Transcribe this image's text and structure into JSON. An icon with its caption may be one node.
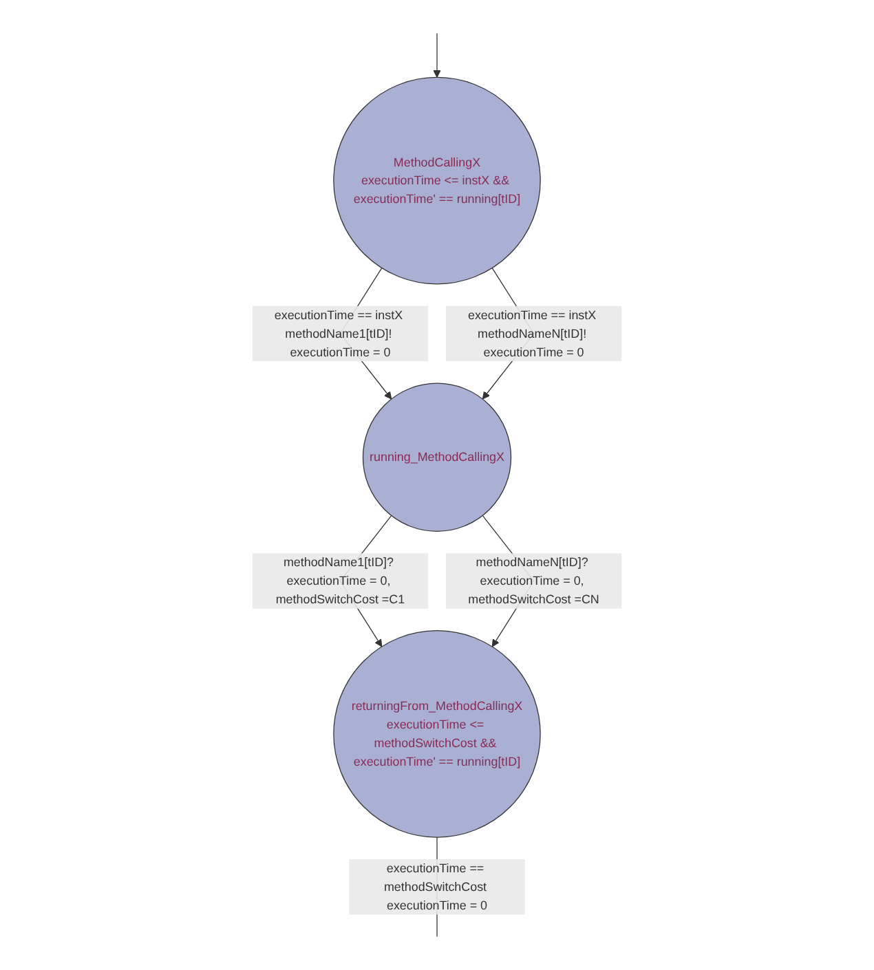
{
  "diagram": {
    "nodes": [
      {
        "text": [
          "MethodCallingX",
          "executionTime <= instX && executionTime' == running[tID]"
        ]
      },
      {
        "text": [
          "running_MethodCallingX"
        ]
      },
      {
        "text": [
          "returningFrom_MethodCallingX",
          "executionTime <= methodSwitchCost && executionTime' == running[tID]"
        ]
      }
    ],
    "edges": [
      {
        "from": null,
        "to": 0,
        "arrow": "to"
      },
      {
        "from": 0,
        "to": 1,
        "arrow": "to",
        "label": "executionTime == instX methodName1[tID]! executionTime = 0"
      },
      {
        "from": 0,
        "to": 1,
        "arrow": "to",
        "label": "executionTime == instX methodNameN[tID]! executionTime = 0"
      },
      {
        "from": 1,
        "to": 2,
        "arrow": "to",
        "label": "methodName1[tID]? executionTime = 0, methodSwitchCost =C1"
      },
      {
        "from": 1,
        "to": 2,
        "arrow": "to",
        "label": "methodNameN[tID]? executionTime = 0, methodSwitchCost =CN"
      },
      {
        "from": 2,
        "to": null,
        "arrow": "none",
        "label": "executionTime == methodSwitchCost executionTime = 0"
      }
    ]
  }
}
